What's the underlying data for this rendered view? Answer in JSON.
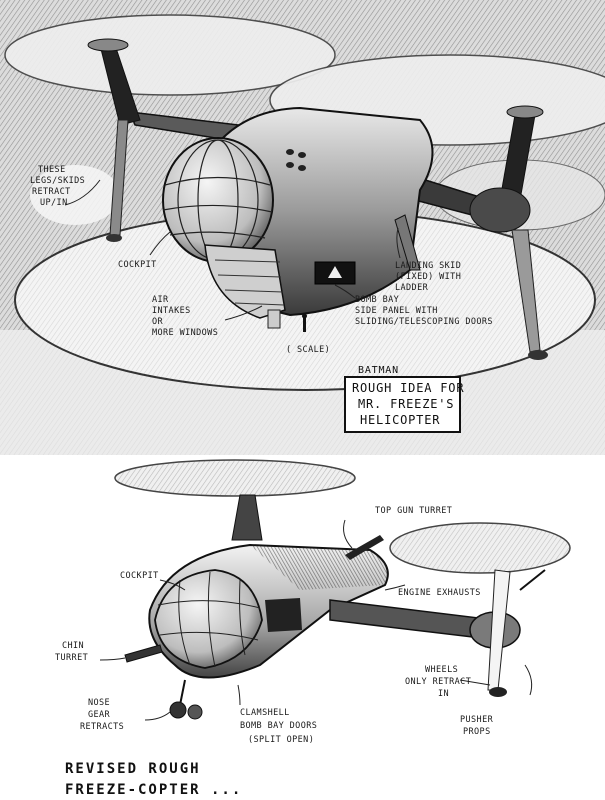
{
  "top_sketch": {
    "labels": {
      "legs_1": "THESE",
      "legs_2": "LEGS/SKIDS",
      "legs_3": "RETRACT",
      "legs_4": "UP/IN",
      "cockpit": "COCKPIT",
      "air_1": "AIR",
      "air_2": "INTAKES",
      "air_3": "OR",
      "air_4": "MORE WINDOWS",
      "skid_1": "LANDING SKID",
      "skid_2": "(FIXED) WITH",
      "skid_3": "LADDER",
      "bomb_1": "BOMB BAY",
      "bomb_2": "SIDE PANEL WITH",
      "bomb_3": "SLIDING/TELESCOPING DOORS",
      "scale": "( SCALE)"
    },
    "title_box": {
      "header": "BATMAN",
      "line1": "ROUGH IDEA FOR",
      "line2": "MR. FREEZE'S",
      "line3": "HELICOPTER"
    }
  },
  "bottom_sketch": {
    "labels": {
      "top_gun": "TOP GUN TURRET",
      "cockpit": "COCKPIT",
      "engine": "ENGINE EXHAUSTS",
      "chin_1": "CHIN",
      "chin_2": "TURRET",
      "wheels_1": "WHEELS",
      "wheels_2": "ONLY RETRACT",
      "wheels_3": "IN",
      "nose_1": "NOSE",
      "nose_2": "GEAR",
      "nose_3": "RETRACTS",
      "clam_1": "CLAMSHELL",
      "clam_2": "BOMB BAY DOORS",
      "clam_3": "(SPLIT OPEN)",
      "pusher_1": "PUSHER",
      "pusher_2": "PROPS"
    },
    "caption_1": "REVISED ROUGH",
    "caption_2": "FREEZE-COPTER ..."
  }
}
